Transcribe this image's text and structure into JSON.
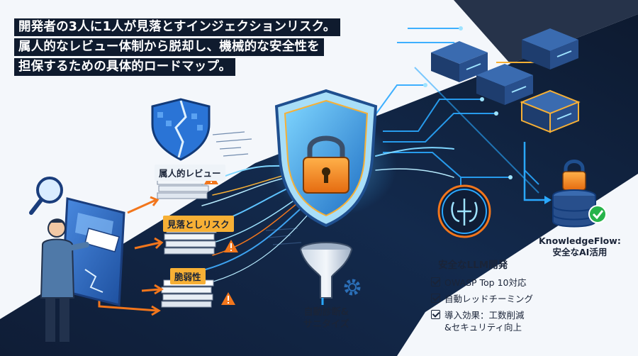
{
  "headline": {
    "line1": "開発者の3人に1人が見落とすインジェクションリスク。",
    "line2": "属人的なレビュー体制から脱却し、機械的な安全性を",
    "line3": "担保するための具体的ロードマップ。"
  },
  "stack_labels": {
    "review": "属人的レビュー",
    "oversight": "見落としリスク",
    "vulnerability": "脆弱性"
  },
  "funnel_label": {
    "line1": "自動診断&",
    "line2": "サニタイズ"
  },
  "llm_panel": {
    "title": "安全なLLM開発",
    "items": [
      "OWASP Top 10対応",
      "自動レッドチーミング",
      "導入効果：工数削減"
    ],
    "item_continuation": "&セキュリティ向上"
  },
  "knowledgeflow": {
    "line1": "KnowledgeFlow:",
    "line2": "安全なAI活用"
  },
  "colors": {
    "navy": "#0f1b2e",
    "accent_orange": "#f7b035",
    "warning_orange": "#f2761c",
    "glow_blue": "#2aa8ff",
    "check_green": "#27b34a"
  },
  "icons": [
    "pixel-shield-icon",
    "magnifier-icon",
    "shield-lock-icon",
    "funnel-icon",
    "gear-icon",
    "brain-chip-icon",
    "database-lock-icon",
    "check-icon",
    "warning-icon",
    "server-icon"
  ]
}
